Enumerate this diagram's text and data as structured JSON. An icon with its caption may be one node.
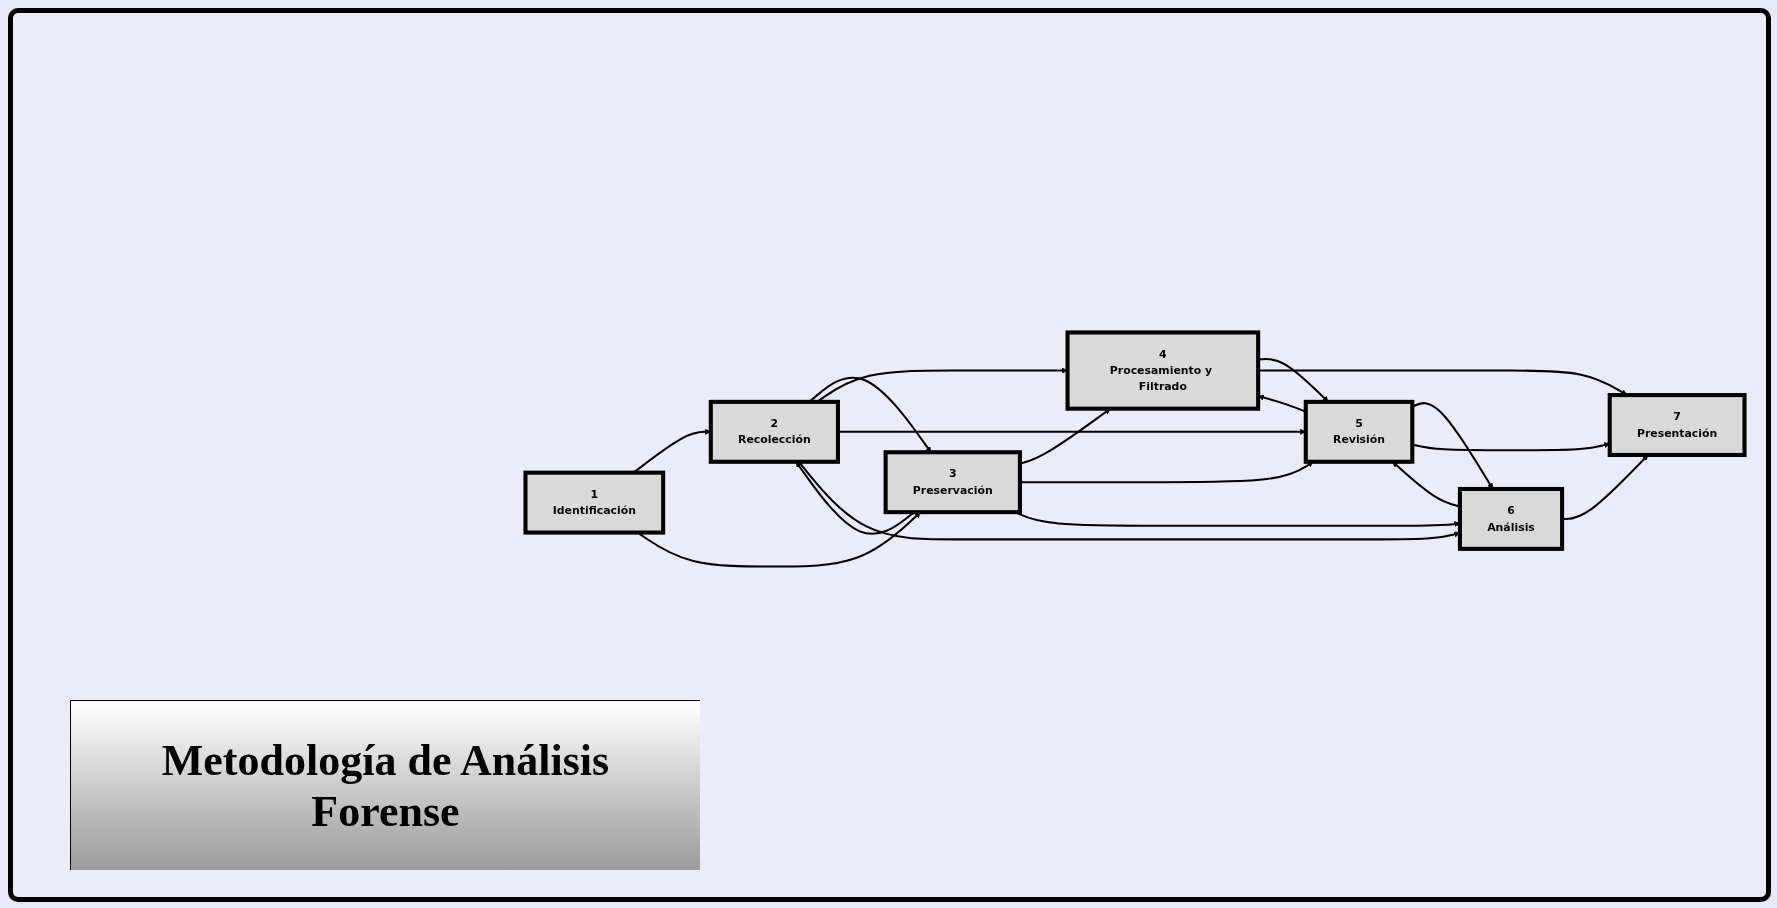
{
  "diagram": {
    "title": "Metodología de Análisis Forense",
    "nodes": [
      {
        "text": [
          "1",
          "Identificación"
        ]
      },
      {
        "text": [
          "2",
          "Recolección"
        ]
      },
      {
        "text": [
          "3",
          "Preservación"
        ]
      },
      {
        "text": [
          "4",
          "Procesamiento y Filtrado"
        ]
      },
      {
        "text": [
          "5",
          "Revisión"
        ]
      },
      {
        "text": [
          "6",
          "Análisis"
        ]
      },
      {
        "text": [
          "7",
          "Presentación"
        ]
      }
    ],
    "edges": [
      {
        "from": 0,
        "to": 1,
        "arrow": "to"
      },
      {
        "from": 0,
        "to": 2,
        "arrow": "to"
      },
      {
        "from": 1,
        "to": 2,
        "arrow": "to"
      },
      {
        "from": 2,
        "to": 1,
        "arrow": "to"
      },
      {
        "from": 1,
        "to": 3,
        "arrow": "to"
      },
      {
        "from": 1,
        "to": 4,
        "arrow": "to"
      },
      {
        "from": 1,
        "to": 5,
        "arrow": "to"
      },
      {
        "from": 2,
        "to": 3,
        "arrow": "to"
      },
      {
        "from": 2,
        "to": 4,
        "arrow": "to"
      },
      {
        "from": 2,
        "to": 5,
        "arrow": "to"
      },
      {
        "from": 3,
        "to": 4,
        "arrow": "to"
      },
      {
        "from": 4,
        "to": 3,
        "arrow": "to"
      },
      {
        "from": 4,
        "to": 5,
        "arrow": "to"
      },
      {
        "from": 5,
        "to": 4,
        "arrow": "to"
      },
      {
        "from": 3,
        "to": 6,
        "arrow": "to"
      },
      {
        "from": 4,
        "to": 6,
        "arrow": "to"
      },
      {
        "from": 5,
        "to": 6,
        "arrow": "to"
      }
    ]
  }
}
